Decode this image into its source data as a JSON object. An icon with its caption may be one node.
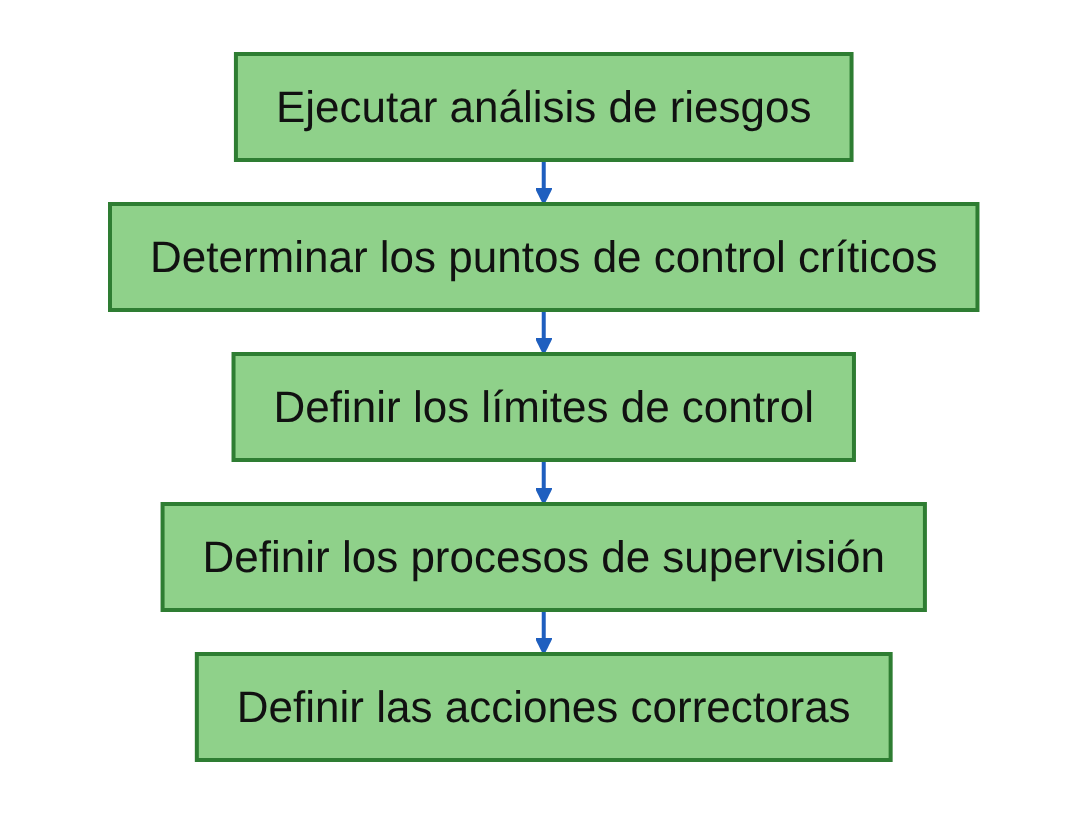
{
  "diagram": {
    "nodes": [
      {
        "text": [
          "Ejecutar análisis de riesgos"
        ]
      },
      {
        "text": [
          "Determinar los puntos de control críticos"
        ]
      },
      {
        "text": [
          "Definir los límites de control"
        ]
      },
      {
        "text": [
          "Definir los procesos de supervisión"
        ]
      },
      {
        "text": [
          "Definir las acciones correctoras"
        ]
      }
    ],
    "edges": [
      {
        "from": 0,
        "to": 1,
        "arrow": "to"
      },
      {
        "from": 1,
        "to": 2,
        "arrow": "to"
      },
      {
        "from": 2,
        "to": 3,
        "arrow": "to"
      },
      {
        "from": 3,
        "to": 4,
        "arrow": "to"
      }
    ]
  }
}
